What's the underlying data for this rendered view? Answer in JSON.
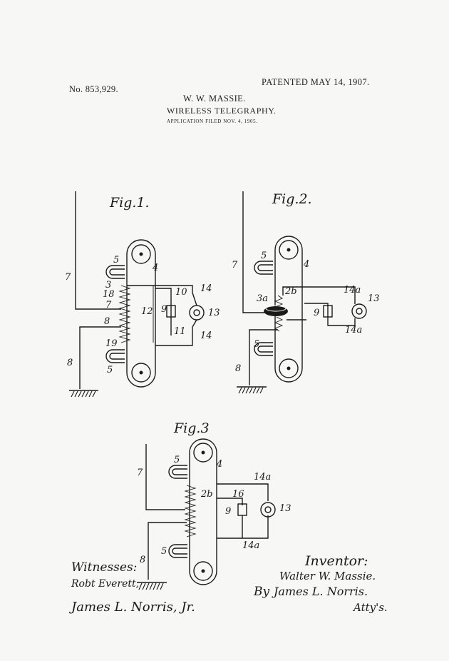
{
  "header": {
    "patent_number": "No. 853,929.",
    "patent_date": "PATENTED MAY 14, 1907.",
    "inventor_name": "W. W. MASSIE.",
    "subject": "WIRELESS TELEGRAPHY.",
    "application": "APPLICATION FILED NOV. 4, 1905."
  },
  "figures": [
    {
      "title": "Fig.1.",
      "labels": [
        "5",
        "4",
        "7",
        "3",
        "18",
        "7",
        "12",
        "9",
        "10",
        "14",
        "13",
        "8",
        "11",
        "14",
        "19",
        "5",
        "8"
      ]
    },
    {
      "title": "Fig.2.",
      "labels": [
        "5",
        "4",
        "7",
        "3a",
        "2b",
        "14a",
        "13",
        "9",
        "14a",
        "5",
        "8"
      ]
    },
    {
      "title": "Fig.3",
      "labels": [
        "5",
        "4",
        "7",
        "14a",
        "2b",
        "16",
        "9",
        "13",
        "14a",
        "5",
        "8"
      ]
    }
  ],
  "signatures": {
    "witnesses_label": "Witnesses:",
    "witness_1": "Robt Everett,",
    "witness_2": "James L. Norris, Jr.",
    "inventor_label": "Inventor:",
    "inventor_signature": "Walter W. Massie.",
    "attorney_by": "By",
    "attorney_signature": "James L. Norris.",
    "attorney_suffix": "Atty's."
  }
}
